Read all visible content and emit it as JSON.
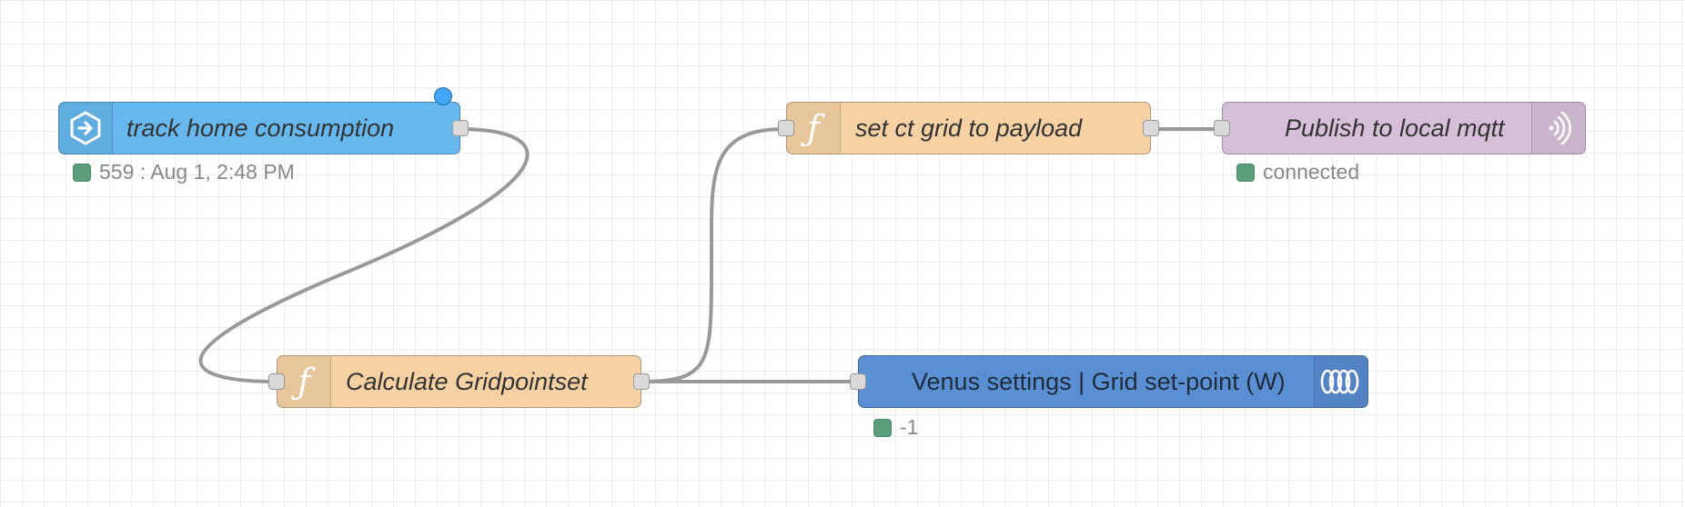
{
  "colors": {
    "inject_node": "#66b8ee",
    "function_node": "#f5d1a4",
    "mqtt_node": "#d6bfd8",
    "victron_node": "#5b8fd4",
    "wire": "#999999",
    "status_dot": "#5a9e7a"
  },
  "nodes": {
    "track_home_consumption": {
      "label": "track home consumption",
      "icon": "inject-arrow-icon",
      "status": "559 : Aug 1, 2:48 PM"
    },
    "calculate_gridpointset": {
      "label": "Calculate Gridpointset",
      "icon": "function-icon"
    },
    "set_ct_grid": {
      "label": "set ct grid to payload",
      "icon": "function-icon"
    },
    "publish_mqtt": {
      "label": "Publish to local mqtt",
      "icon": "mqtt-signal-icon",
      "status": "connected"
    },
    "venus_settings": {
      "label": "Venus settings | Grid set-point (W)",
      "icon": "victron-logo-icon",
      "status": "-1"
    }
  },
  "icon_glyphs": {
    "function": "ƒ"
  }
}
